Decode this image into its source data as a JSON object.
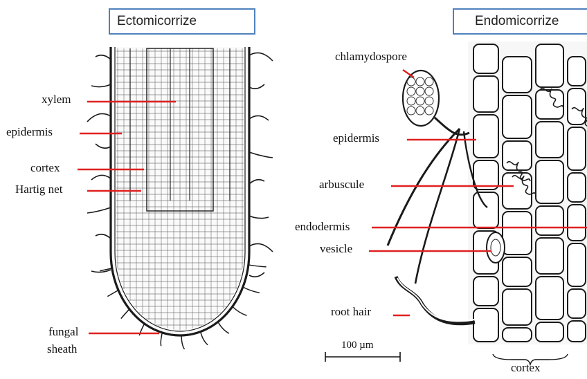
{
  "panels": {
    "ecto": {
      "title": "Ectomicorrize"
    },
    "endo": {
      "title": "Endomicorrize"
    }
  },
  "labels": {
    "xylem": "xylem",
    "epidermis_left": "epidermis",
    "cortex_left": "cortex",
    "hartig_net": "Hartig net",
    "fungal": "fungal",
    "sheath": "sheath",
    "chlamydospore": "chlamydospore",
    "epidermis_right": "epidermis",
    "arbuscule": "arbuscule",
    "endodermis": "endodermis",
    "vesicle": "vesicle",
    "root_hair": "root hair",
    "scale_bar": "100 µm",
    "cortex_bottom": "cortex"
  },
  "colors": {
    "leader_line": "#e02020",
    "title_border": "#4f81bd",
    "ink": "#1a1a1a"
  }
}
